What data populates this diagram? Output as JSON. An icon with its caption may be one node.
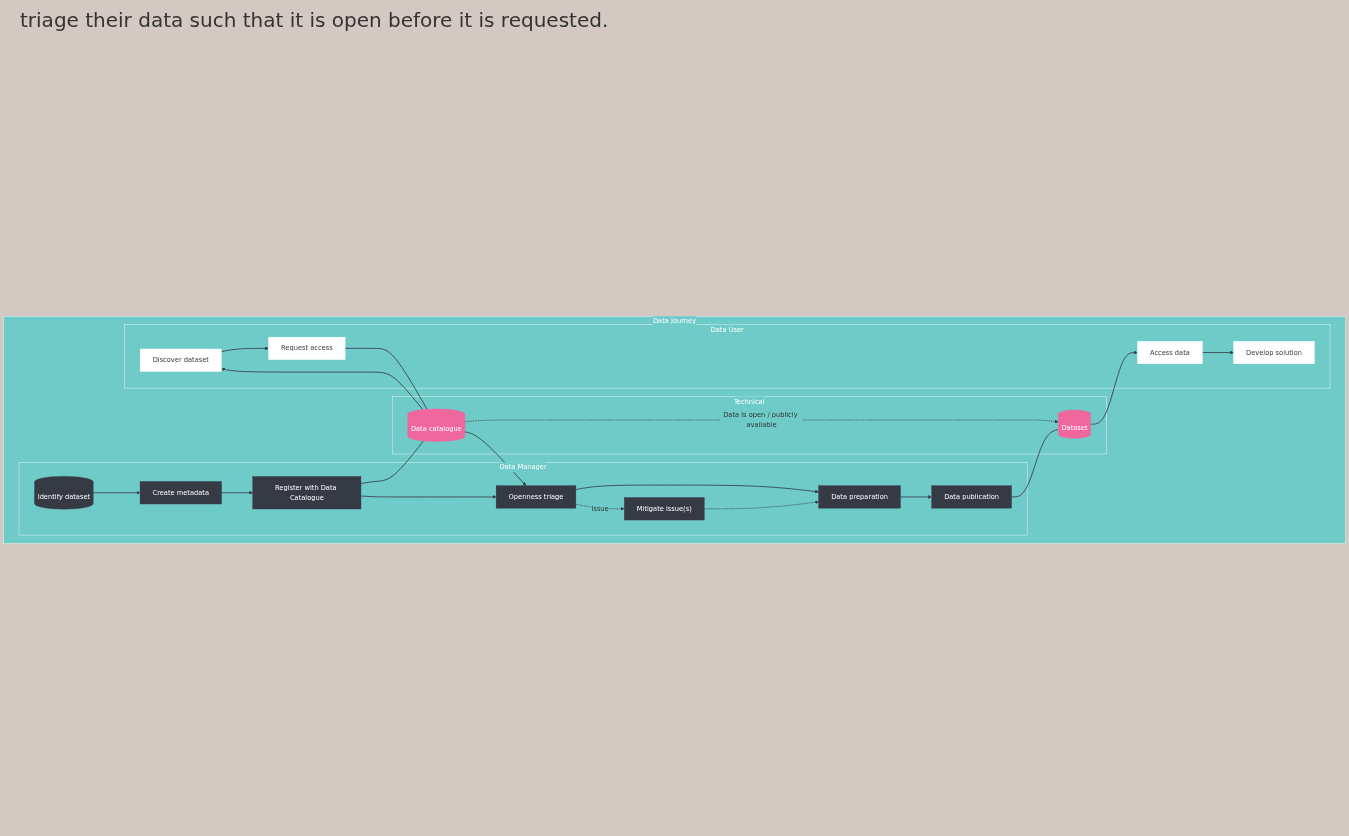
{
  "diagram": {
    "nodes": [
      {
        "text": [
          "Data Journey"
        ]
      },
      {
        "text": [
          "Data Manager"
        ],
        "in": 0
      },
      {
        "text": [
          "Identify dataset"
        ],
        "in": 1
      },
      {
        "text": [
          "Create metadata"
        ],
        "in": 1
      },
      {
        "text": [
          "Register with Data Catalogue"
        ],
        "in": 1
      },
      {
        "text": [
          "Openness triage"
        ],
        "in": 1
      },
      {
        "text": [
          "Mitigate issue(s)"
        ],
        "in": 1
      },
      {
        "text": [
          "Data preparation"
        ],
        "in": 1
      },
      {
        "text": [
          "Data publication"
        ],
        "in": 1
      },
      {
        "text": [
          "Technical"
        ],
        "in": 0
      },
      {
        "text": [
          "Data catalogue"
        ],
        "in": 9
      },
      {
        "text": [
          "Dataset"
        ],
        "in": 9
      },
      {
        "text": [
          "Data User"
        ],
        "in": 0
      },
      {
        "text": [
          "Discover dataset"
        ],
        "in": 12
      },
      {
        "text": [
          "Request access"
        ],
        "in": 12
      },
      {
        "text": [
          "Access data"
        ],
        "in": 12
      },
      {
        "text": [
          "Develop solution"
        ],
        "in": 12
      }
    ],
    "edges": [
      {
        "from": 2,
        "to": 3,
        "arrow": "to"
      },
      {
        "from": 3,
        "to": 4,
        "arrow": "to"
      },
      {
        "from": 4,
        "to": 5,
        "arrow": "to"
      },
      {
        "from": 5,
        "to": 7,
        "arrow": "to"
      },
      {
        "from": 5,
        "to": 6,
        "arrow": "to",
        "style": "dashed",
        "label": "Issue"
      },
      {
        "from": 6,
        "to": 7,
        "arrow": "to",
        "style": "dashed"
      },
      {
        "from": 7,
        "to": 8,
        "arrow": "to"
      },
      {
        "from": 4,
        "to": 10,
        "arrow": "none"
      },
      {
        "from": 10,
        "to": 13,
        "arrow": "to"
      },
      {
        "from": 13,
        "to": 14,
        "arrow": "to"
      },
      {
        "from": 14,
        "to": 10,
        "arrow": "none"
      },
      {
        "from": 10,
        "to": 5,
        "arrow": "to"
      },
      {
        "from": 10,
        "to": 11,
        "arrow": "to",
        "style": "dashed",
        "label": "Data is open / publicly available"
      },
      {
        "from": 8,
        "to": 11,
        "arrow": "none"
      },
      {
        "from": 11,
        "to": 15,
        "arrow": "to"
      },
      {
        "from": 15,
        "to": 16,
        "arrow": "to"
      }
    ],
    "labels": [
      "triage their data such that it is open before it is requested."
    ]
  }
}
